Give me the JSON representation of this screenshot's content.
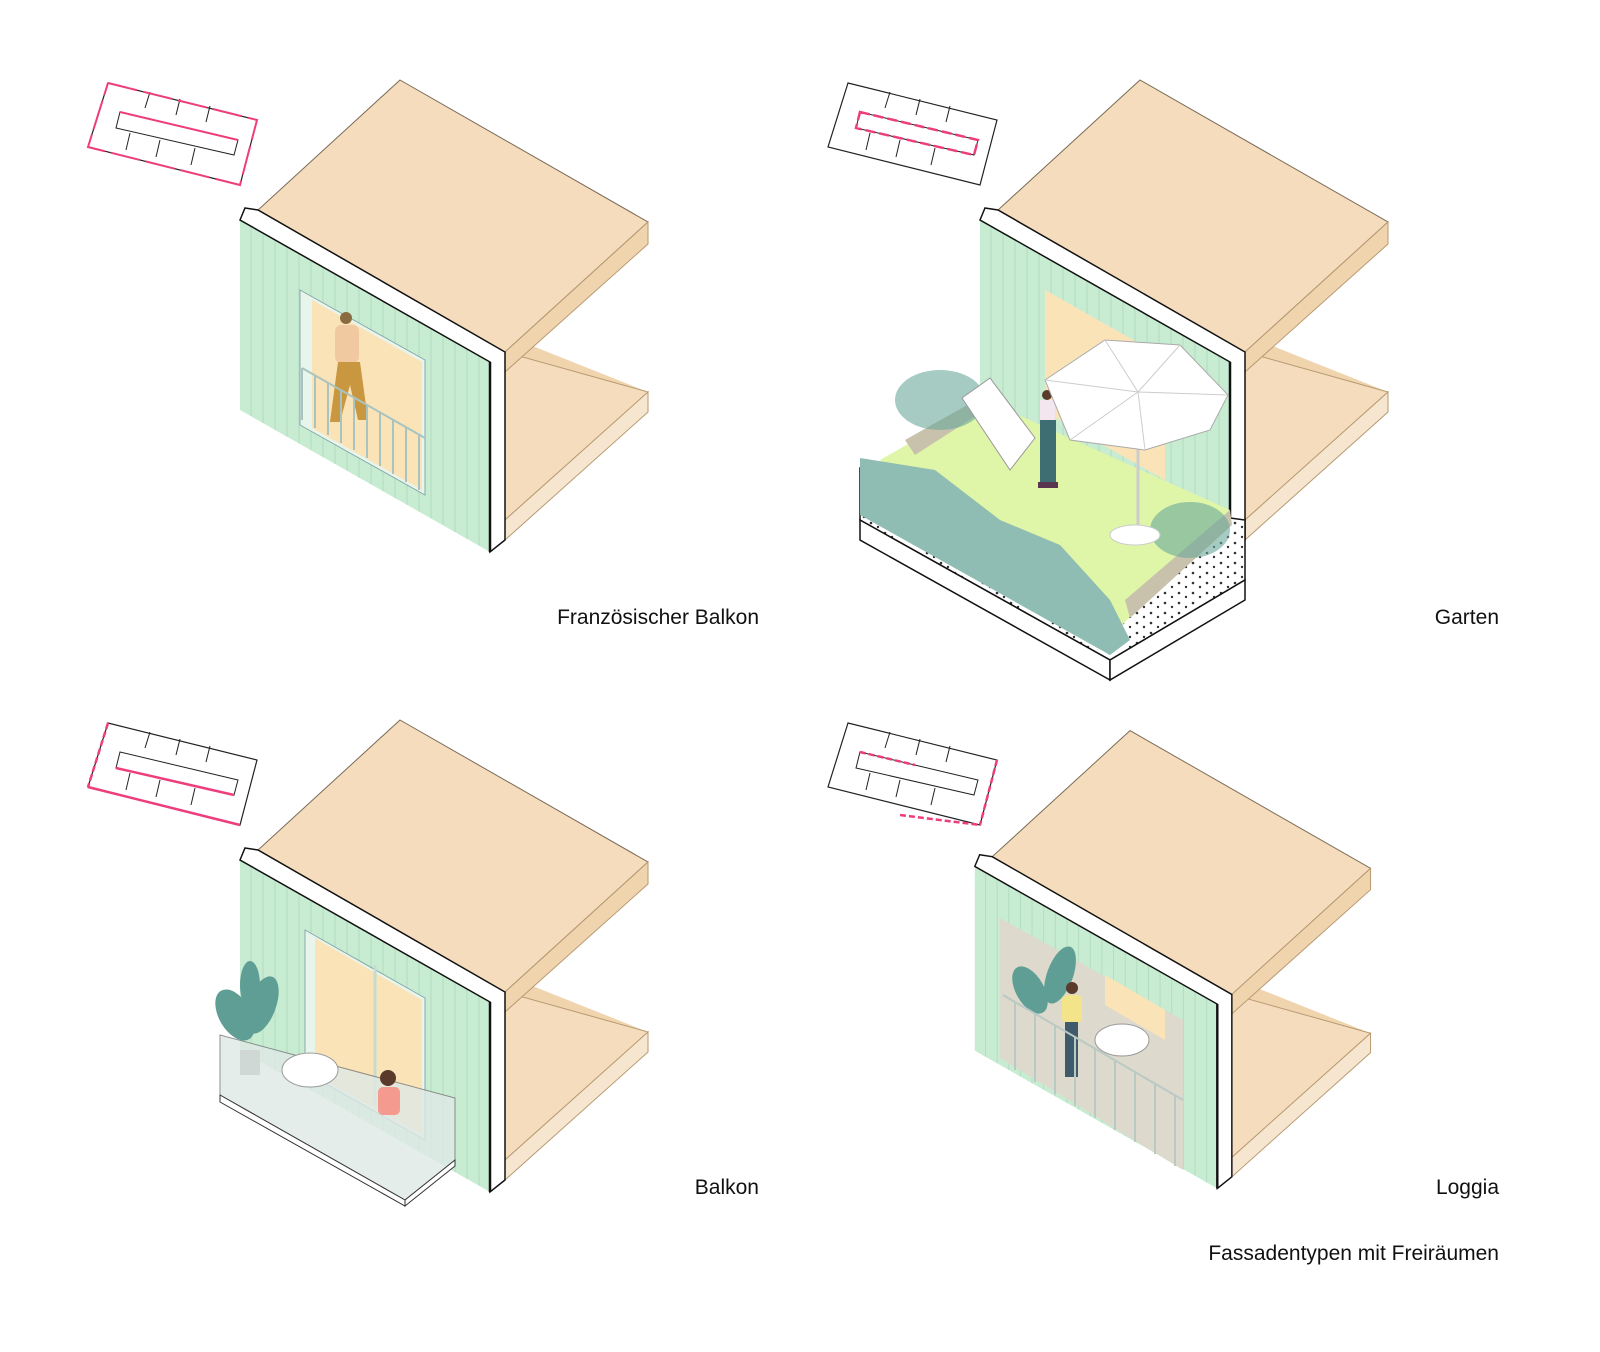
{
  "labels": {
    "french_balcony": "Französischer Balkon",
    "garden": "Garten",
    "balcony": "Balkon",
    "loggia": "Loggia",
    "caption": "Fassadentypen mit Freiräumen"
  },
  "colors": {
    "slab": "#f4dcbd",
    "slab_side": "#f0d4ae",
    "facade": "#c8ecd2",
    "window": "#fbe3b8",
    "lawn": "#dff5a8",
    "hedge": "#8fbcb3",
    "highlight": "#ee3d7c"
  }
}
